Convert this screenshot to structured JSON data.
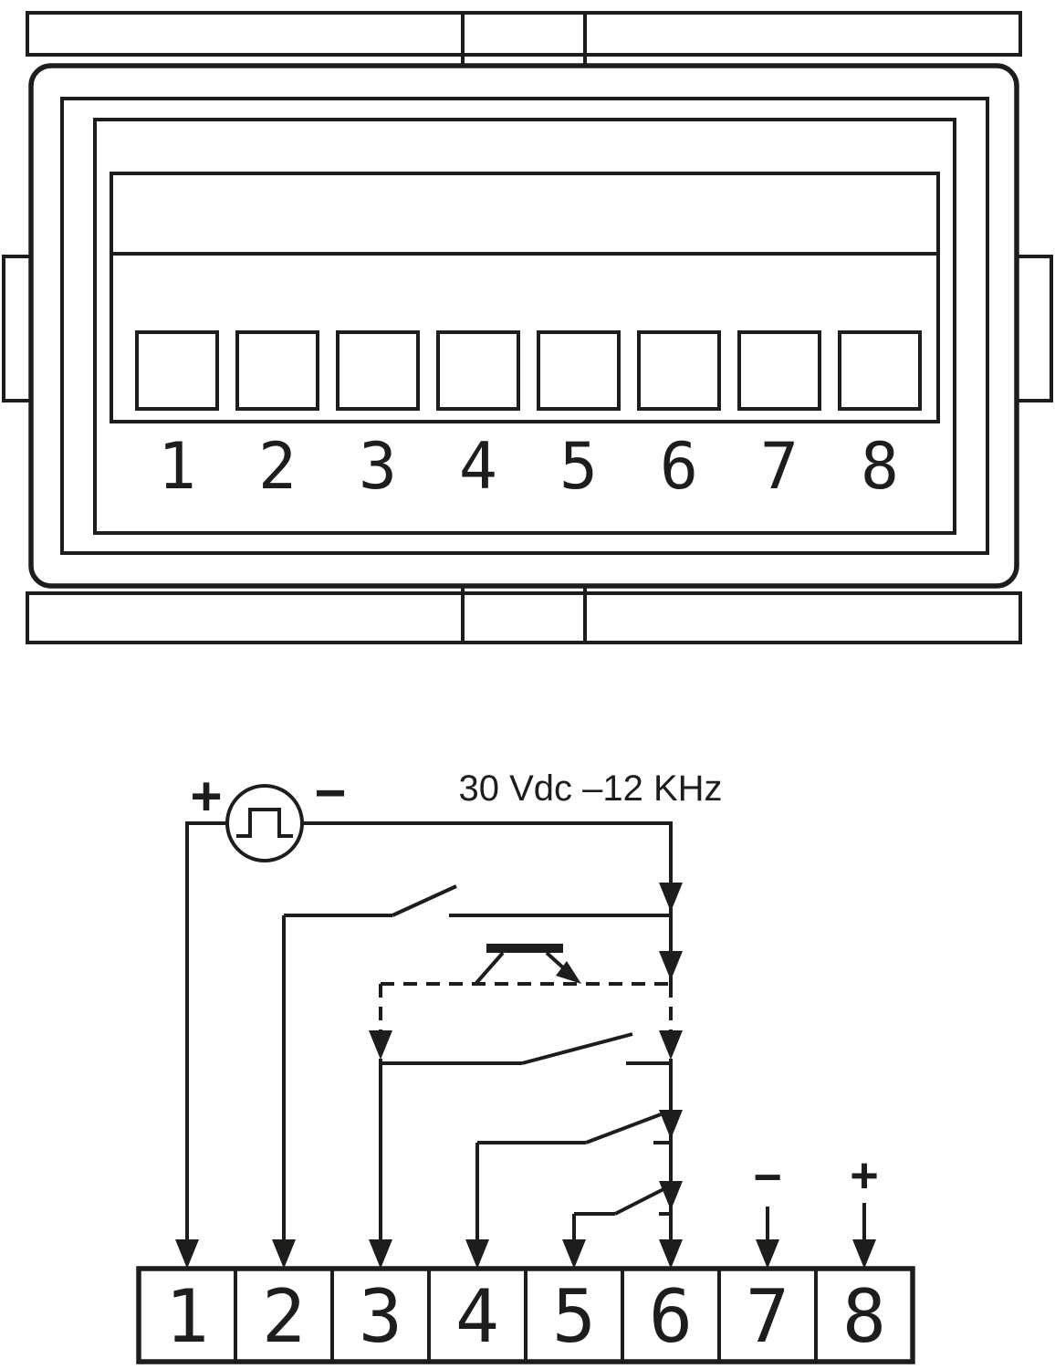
{
  "rear_panel": {
    "terminal_labels": [
      "1",
      "2",
      "3",
      "4",
      "5",
      "6",
      "7",
      "8"
    ]
  },
  "schematic": {
    "supply_label": "30 Vdc –12 KHz",
    "pulse_source": {
      "plus_sign": "+",
      "minus_sign": "−"
    },
    "dc_output": {
      "minus_sign": "−",
      "plus_sign": "+"
    },
    "terminal_labels": [
      "1",
      "2",
      "3",
      "4",
      "5",
      "6",
      "7",
      "8"
    ]
  },
  "colors": {
    "line": "#1d1d1b",
    "background": "#ffffff"
  }
}
